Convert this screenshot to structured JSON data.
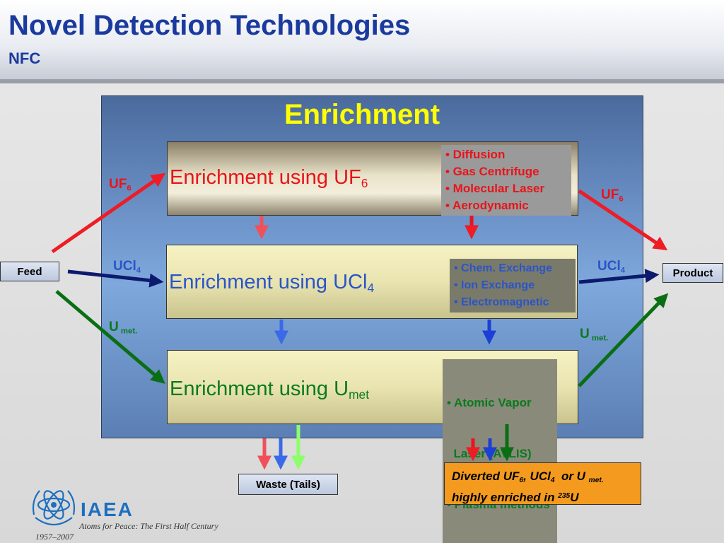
{
  "header": {
    "title": "Novel Detection Technologies",
    "subtitle": "NFC"
  },
  "panel": {
    "title": "Enrichment"
  },
  "boxes": {
    "uf6": {
      "label": "Enrichment using UF",
      "sub": "6",
      "color": "#e8141a",
      "methods": [
        "• Diffusion",
        "• Gas Centrifuge",
        "• Molecular Laser",
        "• Aerodynamic"
      ]
    },
    "ucl4": {
      "label": "Enrichment using UCl",
      "sub": "4",
      "color": "#2a55c8",
      "methods": [
        "• Chem. Exchange",
        "• Ion Exchange",
        "• Electromagnetic"
      ]
    },
    "umet": {
      "label": "Enrichment using U",
      "sub": "met",
      "color": "#0a7a1e",
      "methods": [
        "• Atomic Vapor",
        "  Laser (AVLIS)",
        "• Plasma methods"
      ]
    }
  },
  "flow_labels": {
    "uf6_in": {
      "main": "UF",
      "sub": "6"
    },
    "uf6_out": {
      "main": "UF",
      "sub": "6"
    },
    "ucl4_in": {
      "main": "UCl",
      "sub": "4"
    },
    "ucl4_out": {
      "main": "UCl",
      "sub": "4"
    },
    "umet_in": {
      "main": "U",
      "sub": " met."
    },
    "umet_out": {
      "main": "U",
      "sub": " met."
    }
  },
  "nodes": {
    "feed": "Feed",
    "product": "Product",
    "waste": "Waste (Tails)"
  },
  "diverted": {
    "line1_a": "Diverted UF",
    "line1_a_sub": "6",
    "line1_b": ", UCl",
    "line1_b_sub": "4",
    "line1_c": "  or U ",
    "line1_c_sub": "met.",
    "line2_a": "highly enriched in ",
    "line2_sup": "235",
    "line2_b": "U"
  },
  "logo": {
    "text": "IAEA",
    "tagline": "Atoms for Peace: The First Half Century",
    "years": "1957–2007"
  },
  "colors": {
    "red": "#ee1c24",
    "blue": "#1c3fd6",
    "darkblue": "#0c1a6e",
    "green": "#0a6e14",
    "lightgreen": "#8cff6a",
    "title": "#1a3a9e",
    "accent": "#ffff00"
  },
  "icons": [
    "iaea-emblem-icon",
    "arrow-icon"
  ]
}
